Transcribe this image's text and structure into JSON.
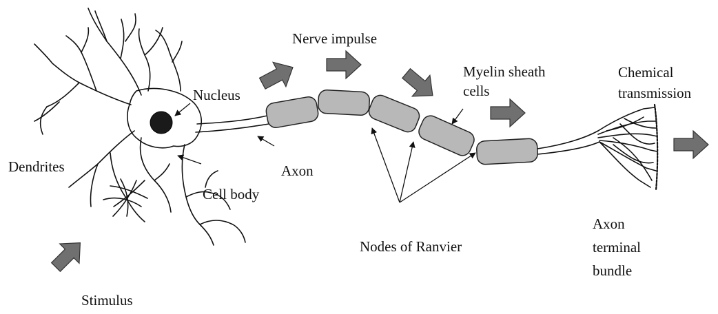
{
  "labels": {
    "nerve_impulse": "Nerve impulse",
    "nucleus": "Nucleus",
    "myelin": [
      "Myelin sheath",
      "cells"
    ],
    "chemical": [
      "Chemical",
      "transmission"
    ],
    "dendrites": "Dendrites",
    "axon": "Axon",
    "cell_body": "Cell body",
    "nodes": "Nodes of Ranvier",
    "terminal": [
      "Axon",
      "terminal",
      "bundle"
    ],
    "stimulus": "Stimulus"
  },
  "colors": {
    "line": "#111111",
    "myelin_fill": "#b8b8b8",
    "arrow_fill": "#707070",
    "nucleus_fill": "#1a1a1a"
  }
}
